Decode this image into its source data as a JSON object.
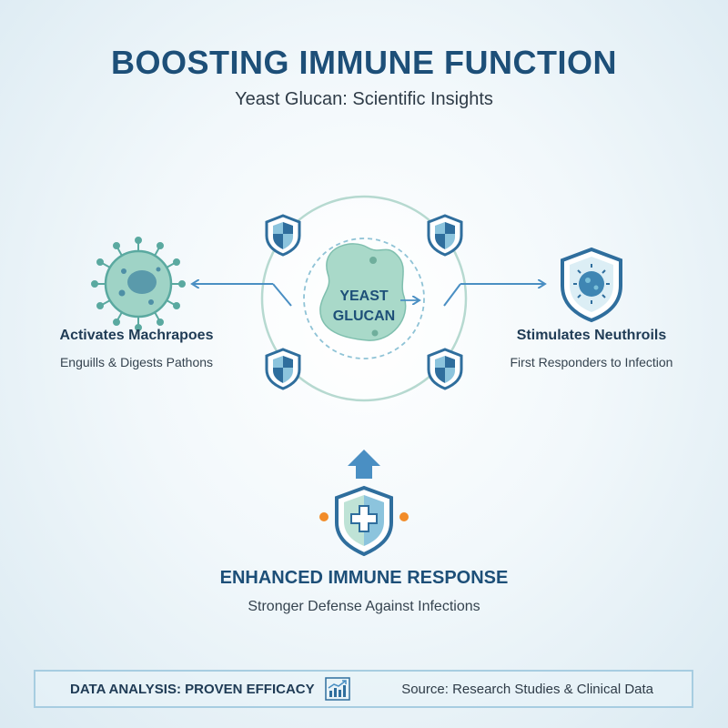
{
  "header": {
    "title": "BOOSTING IMMUNE FUNCTION",
    "subtitle": "Yeast Glucan: Scientific Insights"
  },
  "center": {
    "line1": "YEAST",
    "line2": "GLUCAN"
  },
  "left_benefit": {
    "title": "Activates Machrapoes",
    "description": "Enguills & Digests Pathons"
  },
  "right_benefit": {
    "title": "Stimulates Neuthroils",
    "description": "First Responders to Infection"
  },
  "result": {
    "title": "ENHANCED IMMUNE RESPONSE",
    "description": "Stronger Defense Against Infections"
  },
  "footer": {
    "left": "DATA ANALYSIS: PROVEN EFFICACY",
    "right": "Source: Research Studies & Clinical Data"
  },
  "colors": {
    "title_navy": "#1d4f78",
    "shield_blue": "#2f6e9d",
    "teal": "#9bcfc0",
    "arrow_blue": "#4a8fc3",
    "accent_orange": "#f28c28"
  },
  "icons": {
    "macrophage": "macrophage-cell-icon",
    "neutrophil_shield": "virus-shield-icon",
    "small_shields": "shield-icon",
    "result_shield": "medical-cross-shield-icon",
    "footer": "chart-trend-icon"
  }
}
